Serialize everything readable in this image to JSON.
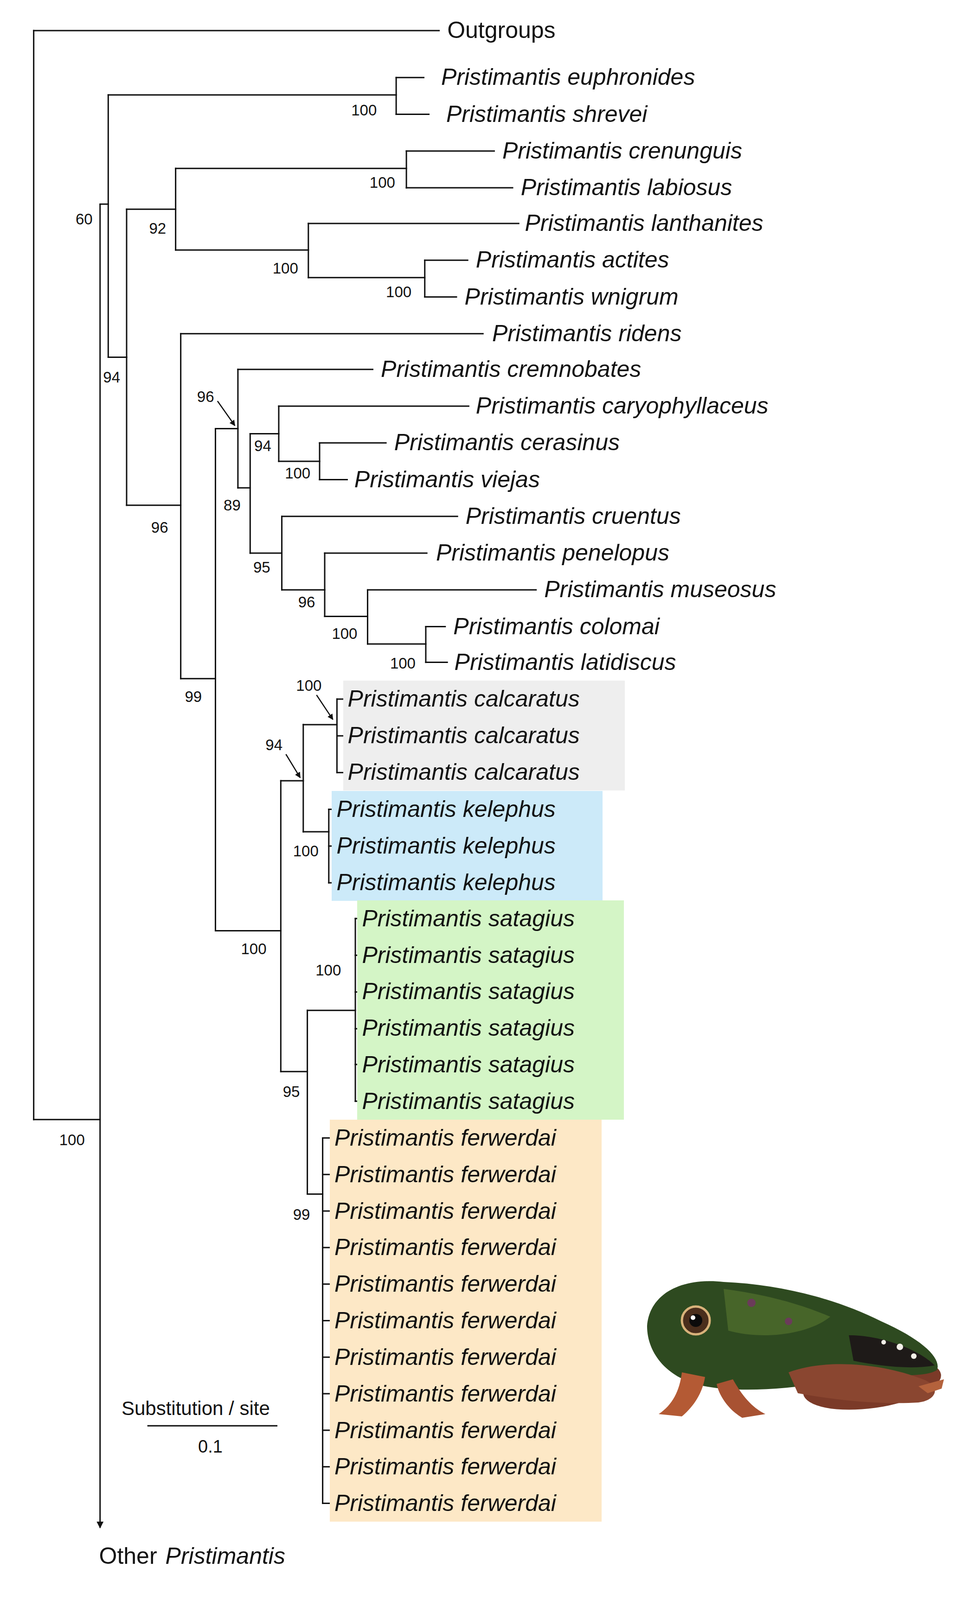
{
  "diagram": {
    "nodes": [
      {
        "text": [
          "Pristimantis calcaratus",
          "Pristimantis calcaratus",
          "Pristimantis calcaratus"
        ]
      },
      {
        "text": [
          "Pristimantis kelephus",
          "Pristimantis kelephus",
          "Pristimantis kelephus"
        ]
      },
      {
        "text": [
          "Pristimantis satagius",
          "Pristimantis satagius",
          "Pristimantis satagius",
          "Pristimantis satagius",
          "Pristimantis satagius",
          "Pristimantis satagius"
        ]
      },
      {
        "text": [
          "Pristimantis ferwerdai",
          "Pristimantis ferwerdai",
          "Pristimantis ferwerdai",
          "Pristimantis ferwerdai",
          "Pristimantis ferwerdai",
          "Pristimantis ferwerdai",
          "Pristimantis ferwerdai",
          "Pristimantis ferwerdai",
          "Pristimantis ferwerdai",
          "Pristimantis ferwerdai",
          "Pristimantis ferwerdai"
        ]
      }
    ],
    "labels": [
      "Outgroups",
      "Pristimantis euphronides",
      "Pristimantis shrevei",
      "Pristimantis crenunguis",
      "Pristimantis labiosus",
      "Pristimantis lanthanites",
      "Pristimantis actites",
      "Pristimantis wnigrum",
      "Pristimantis ridens",
      "Pristimantis cremnobates",
      "Pristimantis caryophyllaceus",
      "Pristimantis cerasinus",
      "Pristimantis viejas",
      "Pristimantis cruentus",
      "Pristimantis penelopus",
      "Pristimantis museosus",
      "Pristimantis colomai",
      "Pristimantis latidiscus",
      "100",
      "100",
      "60",
      "92",
      "100",
      "100",
      "94",
      "96",
      "94",
      "100",
      "89",
      "96",
      "95",
      "96",
      "100",
      "100",
      "100",
      "99",
      "94",
      "100",
      "100",
      "100",
      "95",
      "100",
      "99",
      "Substitution / site",
      "0.1",
      "Other",
      "Pristimantis"
    ]
  }
}
